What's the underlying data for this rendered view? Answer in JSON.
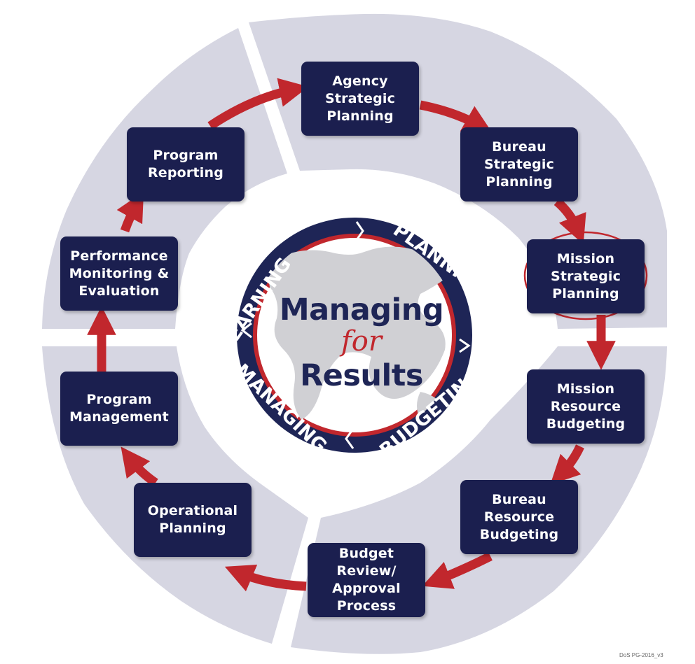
{
  "diagram": {
    "hub": {
      "title_line1": "Managing",
      "title_line2": "for",
      "title_line3": "Results",
      "ring_labels": {
        "learning": "LEARNING",
        "planning": "PLANNING",
        "budgeting": "BUDGETING",
        "managing": "MANAGING"
      }
    },
    "steps": [
      {
        "id": "agency-strategic-planning",
        "label": "Agency\nStrategic\nPlanning"
      },
      {
        "id": "bureau-strategic-planning",
        "label": "Bureau\nStrategic\nPlanning"
      },
      {
        "id": "mission-strategic-planning",
        "label": "Mission\nStrategic\nPlanning",
        "highlighted": true
      },
      {
        "id": "mission-resource-budgeting",
        "label": "Mission\nResource\nBudgeting"
      },
      {
        "id": "bureau-resource-budgeting",
        "label": "Bureau\nResource\nBudgeting"
      },
      {
        "id": "budget-review-approval-process",
        "label": "Budget\nReview/\nApproval\nProcess"
      },
      {
        "id": "operational-planning",
        "label": "Operational\nPlanning"
      },
      {
        "id": "program-management",
        "label": "Program\nManagement"
      },
      {
        "id": "performance-monitoring-evaluation",
        "label": "Performance\nMonitoring &\nEvaluation"
      },
      {
        "id": "program-reporting",
        "label": "Program\nReporting"
      }
    ],
    "version_tag": "DoS PG-2016_v3",
    "colors": {
      "box": "#1b1f4f",
      "arrow": "#c1272d",
      "ring": "#d6d6e2",
      "hub_navy": "#1e2556",
      "hub_red": "#c1272d",
      "highlight": "#c1272d"
    }
  }
}
